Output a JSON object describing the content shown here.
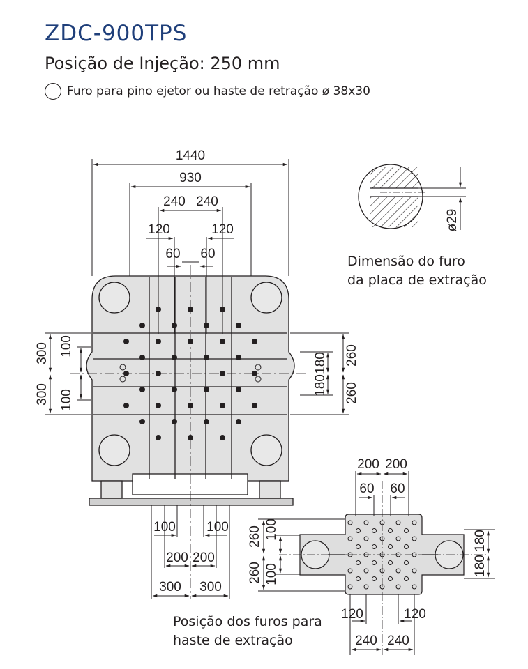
{
  "header": {
    "title": "ZDC-900TPS",
    "subtitle": "Posição de Injeção: 250 mm",
    "legend": "Furo para pino ejetor ou haste de retração ø 38x30"
  },
  "main": {
    "dims_top": [
      "1440",
      "930",
      "240",
      "240",
      "120",
      "120",
      "60",
      "60"
    ],
    "dims_left": [
      "300",
      "100",
      "300",
      "100"
    ],
    "dims_right": [
      "180",
      "260",
      "180",
      "260"
    ],
    "dims_bottom": [
      "100",
      "100",
      "200",
      "200",
      "300",
      "300"
    ]
  },
  "detail": {
    "diameter": "ø29",
    "caption_line1": "Dimensão do furo",
    "caption_line2": "da placa de extração"
  },
  "small_plate": {
    "dims_top": [
      "200",
      "200",
      "60",
      "60"
    ],
    "dims_left": [
      "260",
      "100",
      "260",
      "100"
    ],
    "dims_right": [
      "180",
      "180"
    ],
    "dims_bottom": [
      "120",
      "120",
      "240",
      "240"
    ],
    "caption_line1": "Posição dos furos para",
    "caption_line2": "haste de extração"
  }
}
